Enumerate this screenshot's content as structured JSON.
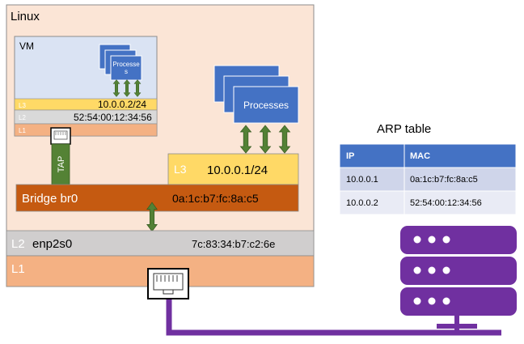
{
  "host": {
    "title": "Linux",
    "l2_tag": "L2",
    "l2_name": "enp2s0",
    "l2_mac": "7c:83:34:b7:c2:6e",
    "l1_tag": "L1"
  },
  "vm": {
    "title": "VM",
    "processes_label": "Processes",
    "l3_tag": "L3",
    "l3_ip": "10.0.0.2/24",
    "l2_tag": "L2",
    "l2_mac": "52:54:00:12:34:56",
    "l1_tag": "L1"
  },
  "tap": {
    "label": "TAP"
  },
  "host_processes": {
    "label": "Processes"
  },
  "host_l3": {
    "tag": "L3",
    "ip": "10.0.0.1/24"
  },
  "bridge": {
    "name": "Bridge br0",
    "mac": "0a:1c:b7:fc:8a:c5"
  },
  "arp": {
    "title": "ARP table",
    "headers": [
      "IP",
      "MAC"
    ],
    "rows": [
      [
        "10.0.0.1",
        "0a:1c:b7:fc:8a:c5"
      ],
      [
        "10.0.0.2",
        "52:54:00:12:34:56"
      ]
    ]
  },
  "colors": {
    "host_bg": "#fbe5d6",
    "vm_bg": "#dae3f3",
    "process_blue": "#4472c4",
    "l3_yellow": "#ffd966",
    "l2_gray": "#d0cece",
    "l1_orange": "#f4b183",
    "bridge_orange": "#c55a11",
    "tap_green": "#548235",
    "arrow_green": "#538135",
    "wire_purple": "#7030a0",
    "server_purple": "#7030a0",
    "arp_header": "#4472c4",
    "arp_row1": "#cfd5ea",
    "arp_row2": "#e9ebf5"
  }
}
